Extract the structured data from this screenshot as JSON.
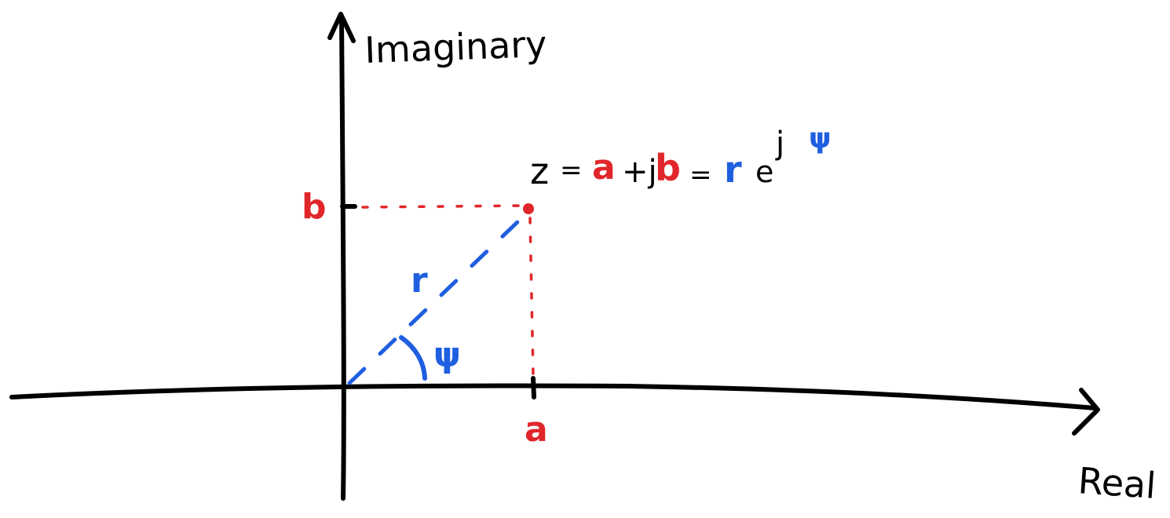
{
  "labels": {
    "imag_axis": "Imaginary",
    "real_axis": "Real",
    "b": "b",
    "a": "a",
    "r": "r",
    "psi": "ψ"
  },
  "equation": {
    "z": "z",
    "eq1": "=",
    "a": "a",
    "plus_j": "+j",
    "b": "b",
    "eq2": "=",
    "r": "r",
    "e": "e",
    "j": "j",
    "psi": "ψ"
  },
  "colors": {
    "black": "#000000",
    "red": "#e0262a",
    "blue": "#1f5fe0"
  }
}
